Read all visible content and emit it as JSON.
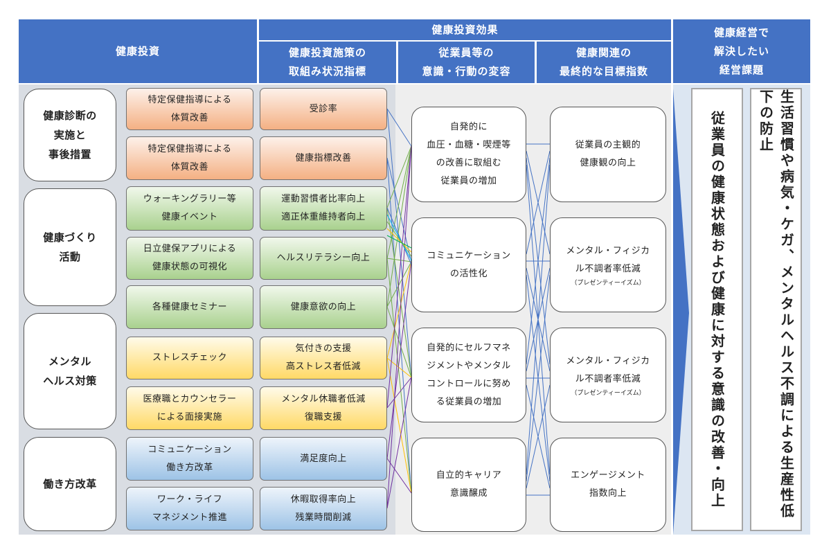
{
  "headers": {
    "investment": "健康投資",
    "effects": "健康投資効果",
    "management": "健康経営で\n解決したい\n経営課題",
    "col_indicators": "健康投資施策の\n取組み状況指標",
    "col_behavior": "従業員等の\n意識・行動の変容",
    "col_goals": "健康関連の\n最終的な目標指数"
  },
  "categories": [
    {
      "label": "健康診断の\n実施と\n事後措置"
    },
    {
      "label": "健康づくり\n活動"
    },
    {
      "label": "メンタル\nヘルス対策"
    },
    {
      "label": "働き方改革"
    }
  ],
  "measures": [
    {
      "label": "特定保健指導による\n体質改善"
    },
    {
      "label": "特定保健指導による\n体質改善"
    },
    {
      "label": "ウォーキングラリー等\n健康イベント"
    },
    {
      "label": "日立健保アプリによる\n健康状態の可視化"
    },
    {
      "label": "各種健康セミナー"
    },
    {
      "label": "ストレスチェック"
    },
    {
      "label": "医療職とカウンセラー\nによる面接実施"
    },
    {
      "label": "コミュニケーション\n働き方改革"
    },
    {
      "label": "ワーク・ライフ\nマネジメント推進"
    }
  ],
  "indicators": [
    {
      "label": "受診率"
    },
    {
      "label": "健康指標改善"
    },
    {
      "label": "運動習慣者比率向上\n適正体重維持者向上"
    },
    {
      "label": "ヘルスリテラシー向上"
    },
    {
      "label": "健康意欲の向上"
    },
    {
      "label": "気付きの支援\n高ストレス者低減"
    },
    {
      "label": "メンタル休職者低減\n復職支援"
    },
    {
      "label": "満足度向上"
    },
    {
      "label": "休暇取得率向上\n残業時間削減"
    }
  ],
  "behaviors": [
    {
      "label": "自発的に\n血圧・血糖・喫煙等\nの改善に取組む\n従業員の増加"
    },
    {
      "label": "コミュニケーション\nの活性化"
    },
    {
      "label": "自発的にセルフマネ\nジメントやメンタル\nコントロールに努め\nる従業員の増加"
    },
    {
      "label": "自立的キャリア\n意識醸成"
    }
  ],
  "goals": [
    {
      "label": "従業員の主観的\n健康観の向上",
      "note": ""
    },
    {
      "label": "メンタル・フィジカ\nル不調者率低減",
      "note": "（プレゼンティーイズム）"
    },
    {
      "label": "メンタル・フィジカ\nル不調者率低減",
      "note": "（プレゼンティーイズム）"
    },
    {
      "label": "エンゲージメント\n指数向上",
      "note": ""
    }
  ],
  "outcome1": "従業員の健康状態および健康に対する意識の改善・向上",
  "outcome2": "生活習慣や病気・ケガ、メンタルヘルス不調による生産性低下の防止",
  "colors": {
    "header": "#4472c4",
    "orange": "#f4b083",
    "green": "#a9d18e",
    "yellow": "#ffd966",
    "blue": "#9dc3e6"
  }
}
